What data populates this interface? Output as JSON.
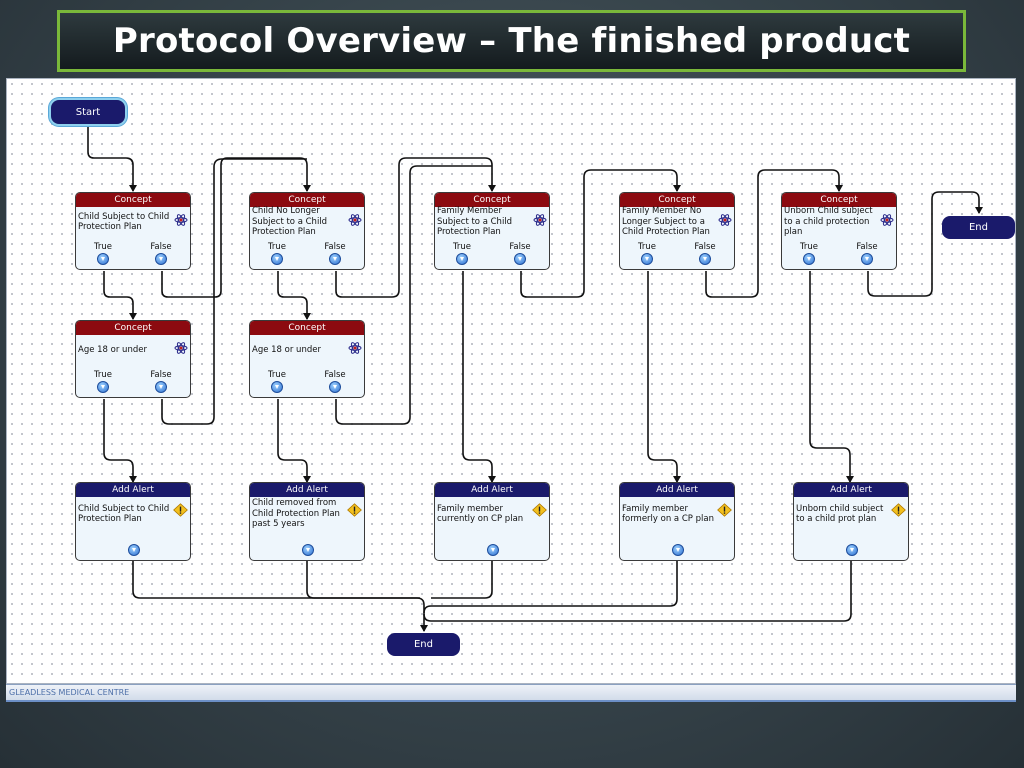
{
  "slide": {
    "title": "Protocol Overview – The finished product",
    "footer": "GLEADLESS MEDICAL CENTRE"
  },
  "terminals": {
    "start": "Start",
    "end_right": "End",
    "end_bottom": "End"
  },
  "concepts": {
    "header": "Concept",
    "true_label": "True",
    "false_label": "False",
    "c1": "Child Subject to Child Protection Plan",
    "c2": "Child No Longer Subject to a Child Protection Plan",
    "c3": "Family Member Subject to a Child Protection Plan",
    "c4": "Family Member No Longer Subject to a Child Protection Plan",
    "c5": "Unborn Child subject to a child protection plan",
    "a1": "Age 18 or under",
    "a2": "Age 18 or under"
  },
  "alerts": {
    "header": "Add Alert",
    "al1": "Child Subject to Child Protection Plan",
    "al2": "Child removed from Child Protection Plan past 5 years",
    "al3": "Family member currently on CP plan",
    "al4": "Family member formerly on a CP plan",
    "al5": "Unborn child subject to a child prot plan"
  },
  "colors": {
    "concept_header": "#8c0a10",
    "alert_header": "#1a1a6b",
    "title_border": "#7ab83a"
  },
  "icons": {
    "concept": "atom-icon",
    "alert": "warning-icon",
    "port": "down-arrow-port-icon"
  }
}
